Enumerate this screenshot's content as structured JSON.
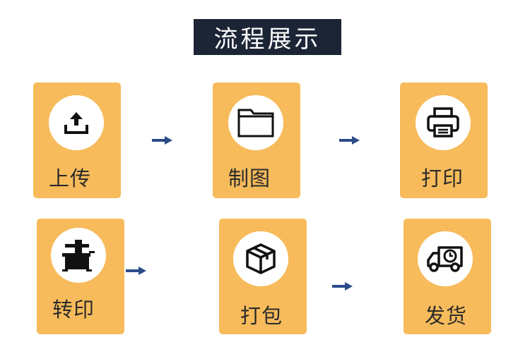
{
  "title": "流程展示",
  "steps": [
    {
      "label": "上传",
      "icon": "upload-icon"
    },
    {
      "label": "制图",
      "icon": "folder-icon"
    },
    {
      "label": "打印",
      "icon": "printer-icon"
    },
    {
      "label": "转印",
      "icon": "transfer-press-icon"
    },
    {
      "label": "打包",
      "icon": "package-box-icon"
    },
    {
      "label": "发货",
      "icon": "delivery-truck-icon"
    }
  ],
  "colors": {
    "card": "#f7bb5b",
    "title_bg": "#1c2536",
    "arrow": "#2b4a8a",
    "icon": "#111111"
  }
}
